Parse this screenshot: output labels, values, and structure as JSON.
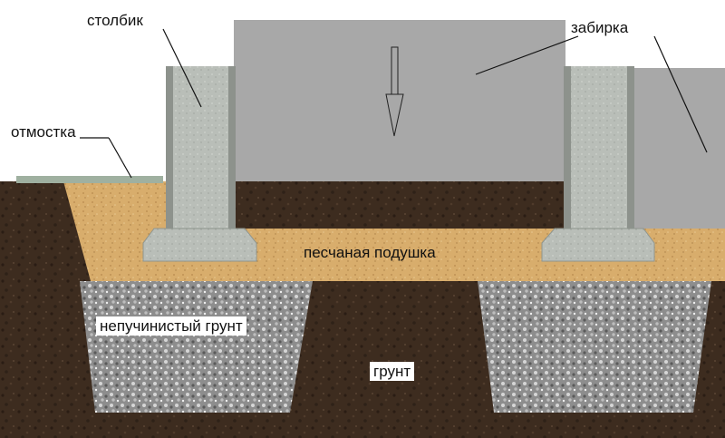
{
  "labels": {
    "post": "столбик",
    "panel": "забирка",
    "blind_area": "отмостка",
    "sand_cushion": "песчаная подушка",
    "non_heaving_soil": "непучинистый грунт",
    "soil": "грунт"
  },
  "colors": {
    "soil": "#3b2a1e",
    "sand": "#d9b070",
    "gravel": "#9a9a9a",
    "concrete": "#b7bcb6",
    "panel": "#a9a9a9",
    "blind_area": "#9fb0a0"
  },
  "icons": {
    "load_arrow": "arrow-down-icon"
  }
}
